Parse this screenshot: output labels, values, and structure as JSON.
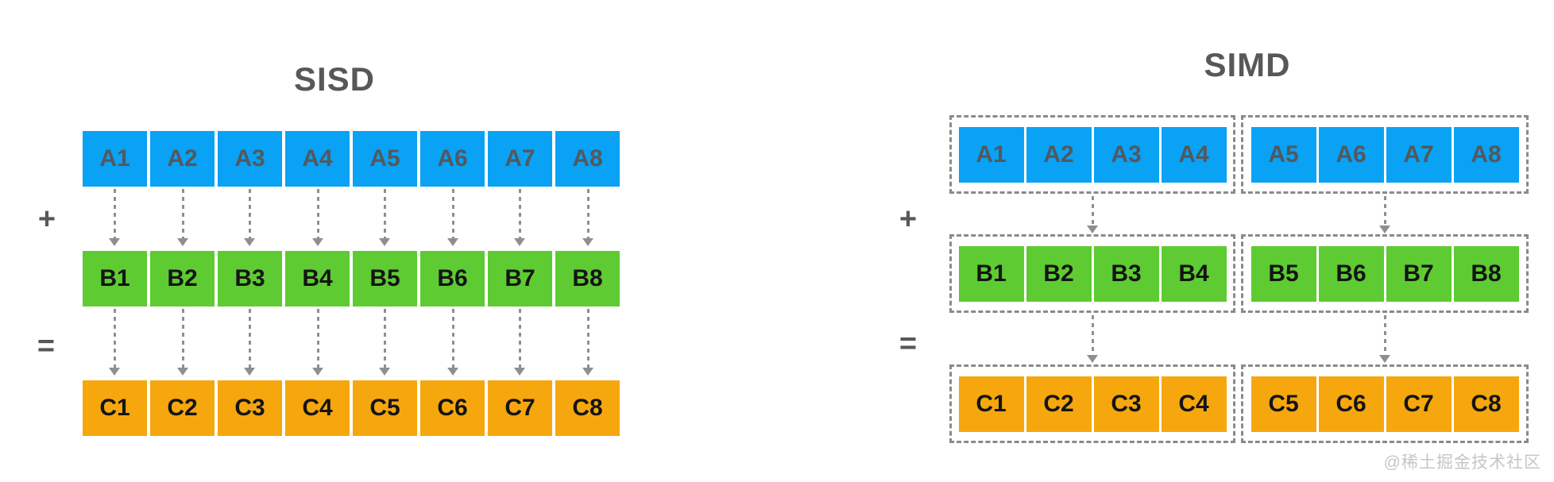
{
  "left_panel": {
    "title": "SISD",
    "plus": "+",
    "equals": "=",
    "row_a": {
      "cells": [
        "A1",
        "A2",
        "A3",
        "A4",
        "A5",
        "A6",
        "A7",
        "A8"
      ]
    },
    "row_b": {
      "cells": [
        "B1",
        "B2",
        "B3",
        "B4",
        "B5",
        "B6",
        "B7",
        "B8"
      ]
    },
    "row_c": {
      "cells": [
        "C1",
        "C2",
        "C3",
        "C4",
        "C5",
        "C6",
        "C7",
        "C8"
      ]
    }
  },
  "right_panel": {
    "title": "SIMD",
    "plus": "+",
    "equals": "=",
    "row_a": {
      "groups": [
        [
          "A1",
          "A2",
          "A3",
          "A4"
        ],
        [
          "A5",
          "A6",
          "A7",
          "A8"
        ]
      ]
    },
    "row_b": {
      "groups": [
        [
          "B1",
          "B2",
          "B3",
          "B4"
        ],
        [
          "B5",
          "B6",
          "B7",
          "B8"
        ]
      ]
    },
    "row_c": {
      "groups": [
        [
          "C1",
          "C2",
          "C3",
          "C4"
        ],
        [
          "C5",
          "C6",
          "C7",
          "C8"
        ]
      ]
    }
  },
  "watermark": "@稀土掘金技术社区",
  "colors": {
    "cell_a": "#09a2f5",
    "cell_b": "#5ecb33",
    "cell_c": "#f6a70e",
    "label_a": "#54585c",
    "label_bc": "#141414",
    "title": "#58585b",
    "dash_gray": "#8a8a8a",
    "arrow_gray": "#8f8f8f",
    "watermark": "#c6c6c6",
    "background": "#ffffff"
  }
}
